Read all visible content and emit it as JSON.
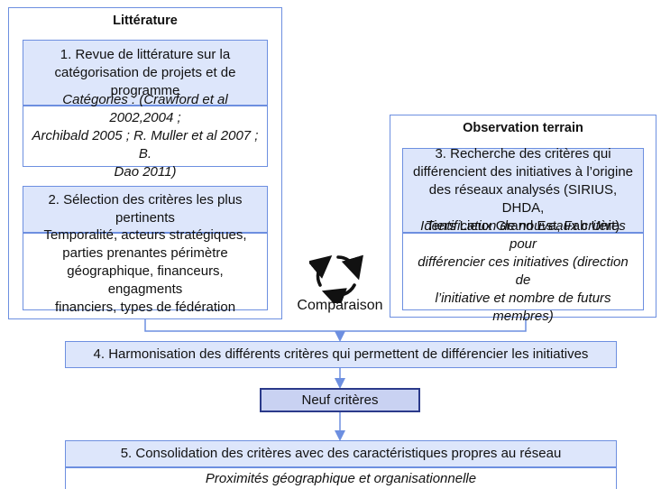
{
  "literature": {
    "title": "Littérature",
    "step1": {
      "lines": [
        "1. Revue de littérature sur la",
        "catégorisation de projets et de",
        "programme"
      ]
    },
    "step1_detail": {
      "lines": [
        "Catégories : (Crawford et al 2002,2004 ;",
        "Archibald 2005 ; R. Muller et al 2007 ; B.",
        "Dao 2011)"
      ]
    },
    "step2": {
      "lines": [
        "2. Sélection des critères les plus",
        "pertinents"
      ]
    },
    "step2_detail": {
      "lines": [
        "Temporalité, acteurs stratégiques,",
        "parties prenantes périmètre",
        "géographique, financeurs, engagments",
        "financiers, types de fédération"
      ]
    }
  },
  "observation": {
    "title": "Observation terrain",
    "step3": {
      "lines": [
        "3. Recherche des critères qui",
        "différencient des initiatives à l’origine",
        "des réseaux analysés (SIRIUS, DHDA,",
        "Tiers Lieux Grand Est, Fab Unit)"
      ]
    },
    "step3_detail": {
      "lines": [
        "Identification de nouveaux critères pour",
        "différencier ces initiatives (direction de",
        "l’initiative et nombre de futurs",
        "membres)"
      ]
    }
  },
  "comparison": {
    "label": "Comparaison",
    "icon": "refresh-cycle-icon"
  },
  "step4": {
    "label": "4. Harmonisation des différents critères qui permettent de différencier les initiatives"
  },
  "result": {
    "label": "Neuf critères"
  },
  "step5": {
    "label": "5. Consolidation des critères avec des caractéristiques propres au réseau"
  },
  "step5_detail": {
    "label": "Proximités géographique et organisationnelle"
  },
  "colors": {
    "border": "#6d8fe0",
    "fill": "#dde6fb",
    "result_fill": "#c9d2f2",
    "result_border": "#2b3a8a"
  }
}
